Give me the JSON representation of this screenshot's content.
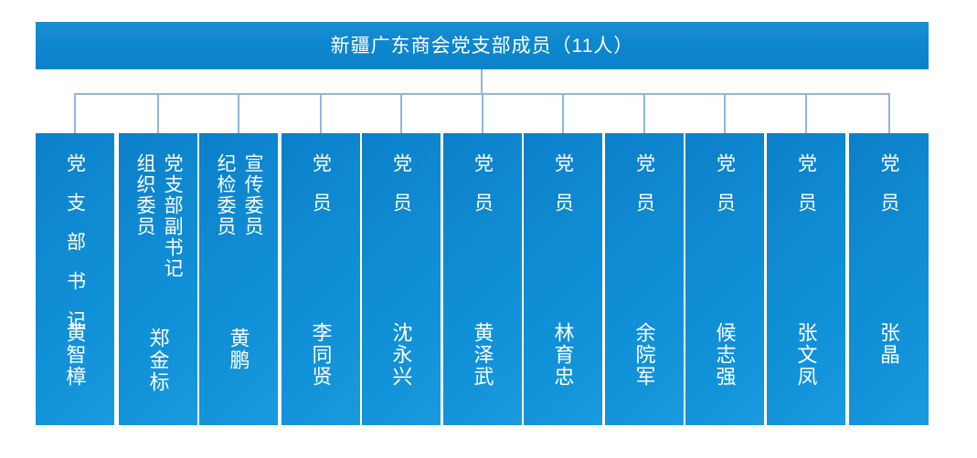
{
  "chart_title": "新疆广东商会党支部成员（11人）",
  "colors": {
    "title_bar": "#0d87ce",
    "node_box": "#0f8bd2",
    "connector_line": "#8fb6dd",
    "text": "#ffffff",
    "background": "#ffffff"
  },
  "root": {
    "label": "新疆广东商会党支部成员（11人）",
    "member_count": "11"
  },
  "members": [
    {
      "roles": [
        "党支部书记"
      ],
      "name": "黄智樟"
    },
    {
      "roles": [
        "党支部副书记",
        "组织委员"
      ],
      "name": "郑金标"
    },
    {
      "roles": [
        "宣传委员",
        "纪检委员"
      ],
      "name": "黄鹏"
    },
    {
      "roles": [
        "党员"
      ],
      "name": "李同贤"
    },
    {
      "roles": [
        "党员"
      ],
      "name": "沈永兴"
    },
    {
      "roles": [
        "党员"
      ],
      "name": "黄泽武"
    },
    {
      "roles": [
        "党员"
      ],
      "name": "林育忠"
    },
    {
      "roles": [
        "党员"
      ],
      "name": "余院军"
    },
    {
      "roles": [
        "党员"
      ],
      "name": "候志强"
    },
    {
      "roles": [
        "党员"
      ],
      "name": "张文凤"
    },
    {
      "roles": [
        "党员"
      ],
      "name": "张晶"
    }
  ]
}
